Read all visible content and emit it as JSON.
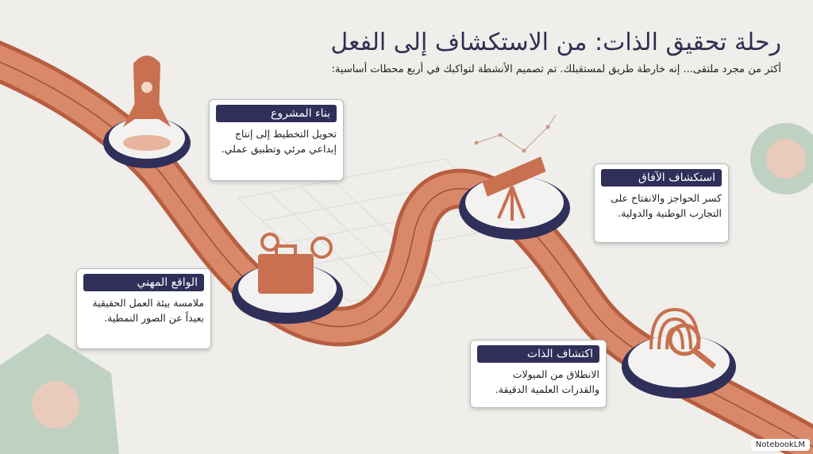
{
  "header": {
    "title": "رحلة تحقيق الذات: من الاستكشاف إلى الفعل",
    "subtitle": "أكثر من مجرد ملتقى... إنه خارطة طريق لمستقبلك. تم تصميم الأنشطة لتواكبك في أربع محطات أساسية:"
  },
  "stations": [
    {
      "label": "بناء المشروع",
      "text": "تحويل التخطيط إلى إنتاج إبداعي مرئي وتطبيق عملي.",
      "icon": "rocket-icon"
    },
    {
      "label": "استكشاف الآفاق",
      "text": "كسر الحواجز والانفتاح على التجارب الوطنية والدولية.",
      "icon": "telescope-icon"
    },
    {
      "label": "الواقع المهني",
      "text": "ملامسة بيئة العمل الحقيقية بعيداً عن الصور النمطية.",
      "icon": "briefcase-icon"
    },
    {
      "label": "اكتشاف الذات",
      "text": "الانطلاق من الميولات والقدرات العلمية الدقيقة.",
      "icon": "fingerprint-icon"
    }
  ],
  "badge": "NotebookLM",
  "colors": {
    "road": "#c8704f",
    "navy": "#2f2f5a",
    "background": "#efeeeb"
  }
}
